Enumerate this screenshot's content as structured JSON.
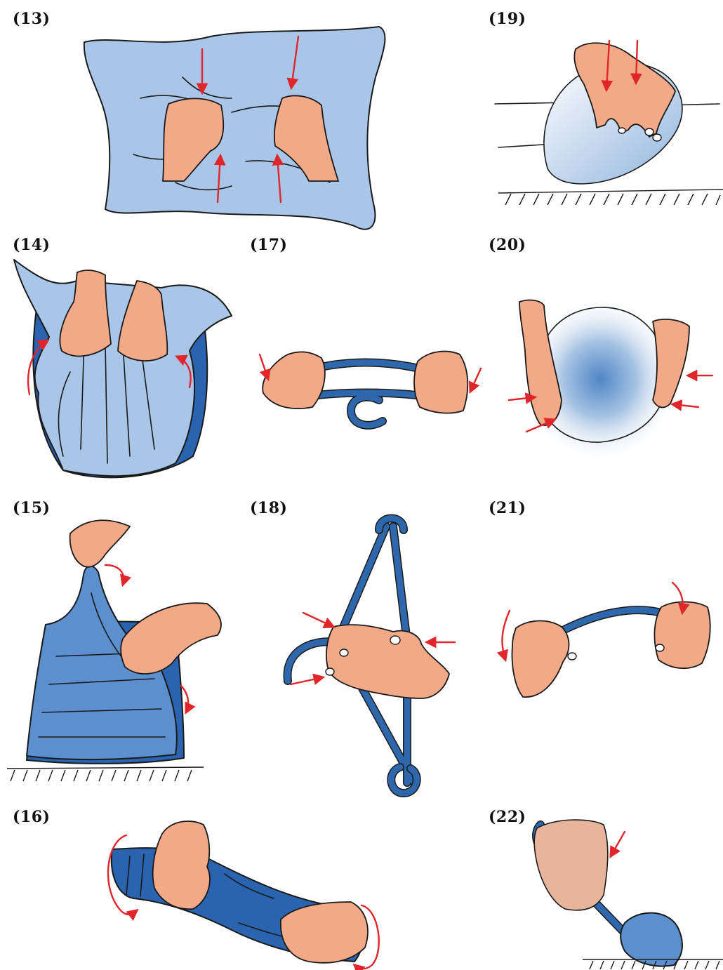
{
  "panels": [
    {
      "id": "13",
      "label": "(13)"
    },
    {
      "id": "14",
      "label": "(14)"
    },
    {
      "id": "15",
      "label": "(15)"
    },
    {
      "id": "16",
      "label": "(16)"
    },
    {
      "id": "17",
      "label": "(17)"
    },
    {
      "id": "18",
      "label": "(18)"
    },
    {
      "id": "19",
      "label": "(19)"
    },
    {
      "id": "20",
      "label": "(20)"
    },
    {
      "id": "21",
      "label": "(21)"
    },
    {
      "id": "22",
      "label": "(22)"
    }
  ],
  "colors": {
    "skin": "#f2a988",
    "cloth_light": "#a9c6e8",
    "cloth_dark": "#2a64b0",
    "hanger": "#2f67ad",
    "arrow": "#e0262b"
  }
}
